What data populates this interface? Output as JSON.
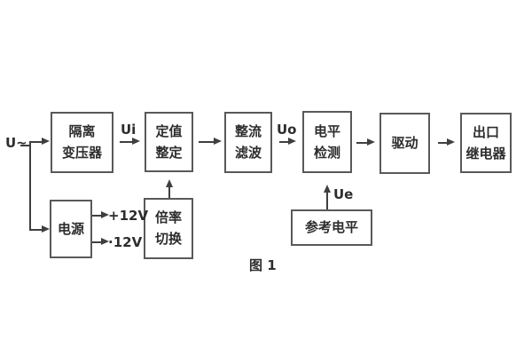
{
  "caption": "图 1",
  "blocks": {
    "isolation_transformer": {
      "line1": "隔离",
      "line2": "变压器"
    },
    "setting_adjust": {
      "line1": "定值",
      "line2": "整定"
    },
    "rectifier_filter": {
      "line1": "整流",
      "line2": "滤波"
    },
    "level_detect": {
      "line1": "电平",
      "line2": "检测"
    },
    "drive": {
      "line1": "驱动"
    },
    "output_relay": {
      "line1": "出口",
      "line2": "继电器"
    },
    "power_supply": {
      "line1": "电源"
    },
    "ratio_switch": {
      "line1": "倍率",
      "line2": "切换"
    },
    "reference_level": {
      "line1": "参考电平"
    }
  },
  "signals": {
    "input": "U~",
    "ui": "Ui",
    "uo": "Uo",
    "ue": "Ue",
    "rail_pos": "+12V",
    "rail_neg": "·12V"
  },
  "colors": {
    "line": "#3f3f41",
    "box_border": "#58595b",
    "text": "#2d2d2f",
    "background": "#ffffff"
  }
}
